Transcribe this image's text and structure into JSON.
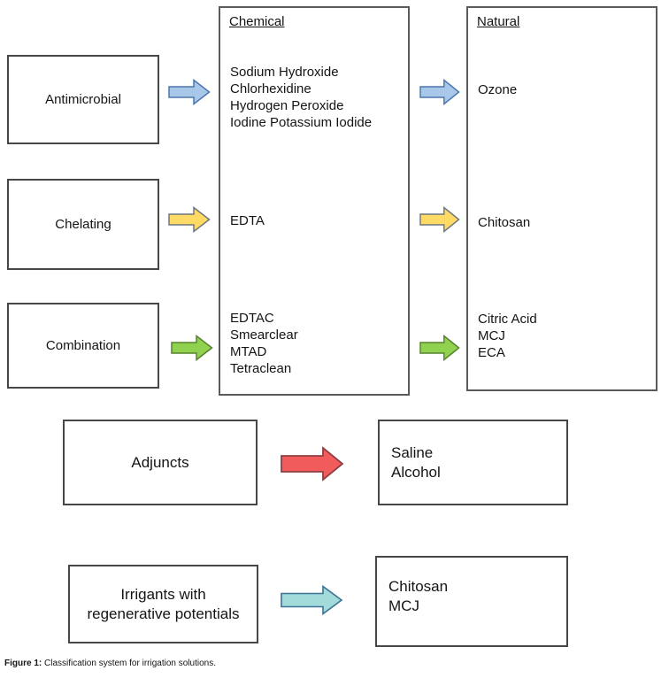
{
  "figure": {
    "caption_prefix": "Figure 1:",
    "caption_text": " Classification system for irrigation solutions."
  },
  "categories": [
    {
      "label": "Antimicrobial"
    },
    {
      "label": "Chelating"
    },
    {
      "label": "Combination"
    }
  ],
  "chemical": {
    "header": "Chemical",
    "antimicrobial_items": [
      "Sodium Hydroxide",
      "Chlorhexidine",
      "Hydrogen Peroxide",
      "Iodine Potassium Iodide"
    ],
    "chelating_items": [
      "EDTA"
    ],
    "combination_items": [
      "EDTAC",
      "Smearclear",
      "MTAD",
      "Tetraclean"
    ]
  },
  "natural": {
    "header": "Natural",
    "antimicrobial_items": [
      "Ozone"
    ],
    "chelating_items": [
      "Chitosan"
    ],
    "combination_items": [
      "Citric Acid",
      "MCJ",
      "ECA"
    ]
  },
  "adjuncts": {
    "label": "Adjuncts",
    "items": [
      "Saline",
      "Alcohol"
    ]
  },
  "regenerative": {
    "label_line1": "Irrigants with",
    "label_line2": "regenerative potentials",
    "items": [
      "Chitosan",
      "MCJ"
    ]
  },
  "arrows": {
    "blue": {
      "fill": "#A9C7E8",
      "stroke": "#4A77AC"
    },
    "yellow": {
      "fill": "#FFDA65",
      "stroke": "#6F7680"
    },
    "green": {
      "fill": "#90D14F",
      "stroke": "#55822F"
    },
    "red": {
      "fill": "#F25B5B",
      "stroke": "#8C4044"
    },
    "teal": {
      "fill": "#A3DBDB",
      "stroke": "#3A7296"
    }
  }
}
